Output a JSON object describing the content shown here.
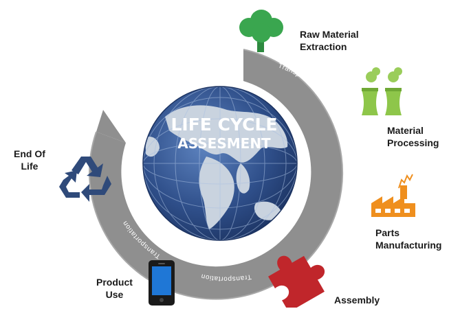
{
  "title": {
    "line1": "LIFE CYCLE",
    "line2": "ASSESMENT"
  },
  "stages": [
    {
      "line1": "Raw Material",
      "line2": "Extraction"
    },
    {
      "line1": "Material",
      "line2": "Processing"
    },
    {
      "line1": "Parts",
      "line2": "Manufacturing"
    },
    {
      "line1": "Assembly",
      "line2": ""
    },
    {
      "line1": "Product",
      "line2": "Use"
    },
    {
      "line1": "End Of",
      "line2": "Life"
    }
  ],
  "transport_label": "Transportation",
  "icons": [
    "tree-icon",
    "factory-towers-icon",
    "factory-icon",
    "puzzle-piece-icon",
    "smartphone-icon",
    "recycle-icon",
    "globe-icon"
  ],
  "colors": {
    "ring": "#8f8f8f",
    "ocean": "#2f4f8a",
    "land": "#c9d3df",
    "tree": "#3aa64f",
    "factory": "#ef8f1e",
    "puzzle": "#c0262b",
    "phone": "#1f77d6",
    "recycle": "#2f4a7a",
    "text": "#1a1a1a"
  }
}
